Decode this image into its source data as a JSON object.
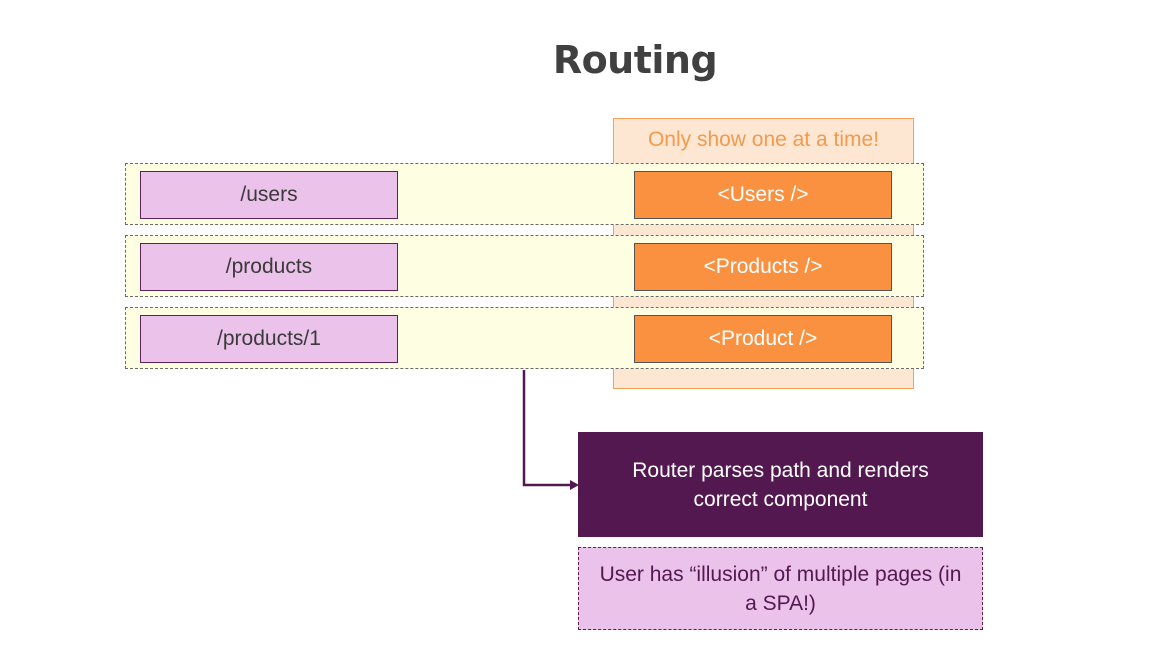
{
  "title": "Routing",
  "hint": "Only show one at a time!",
  "routes": [
    {
      "path": "/users",
      "component": "<Users />"
    },
    {
      "path": "/products",
      "component": "<Products />"
    },
    {
      "path": "/products/1",
      "component": "<Product />"
    }
  ],
  "router_note": "Router parses path and renders correct component",
  "illusion_note": "User has “illusion” of multiple pages (in a SPA!)",
  "colors": {
    "title": "#404040",
    "hint_fill": "#fde6d2",
    "hint_text": "#f39a4d",
    "route_row_fill": "#fefee2",
    "path_fill": "#ebc2ea",
    "component_fill": "#fa9140",
    "router_fill": "#52184f",
    "connector": "#52184f"
  }
}
